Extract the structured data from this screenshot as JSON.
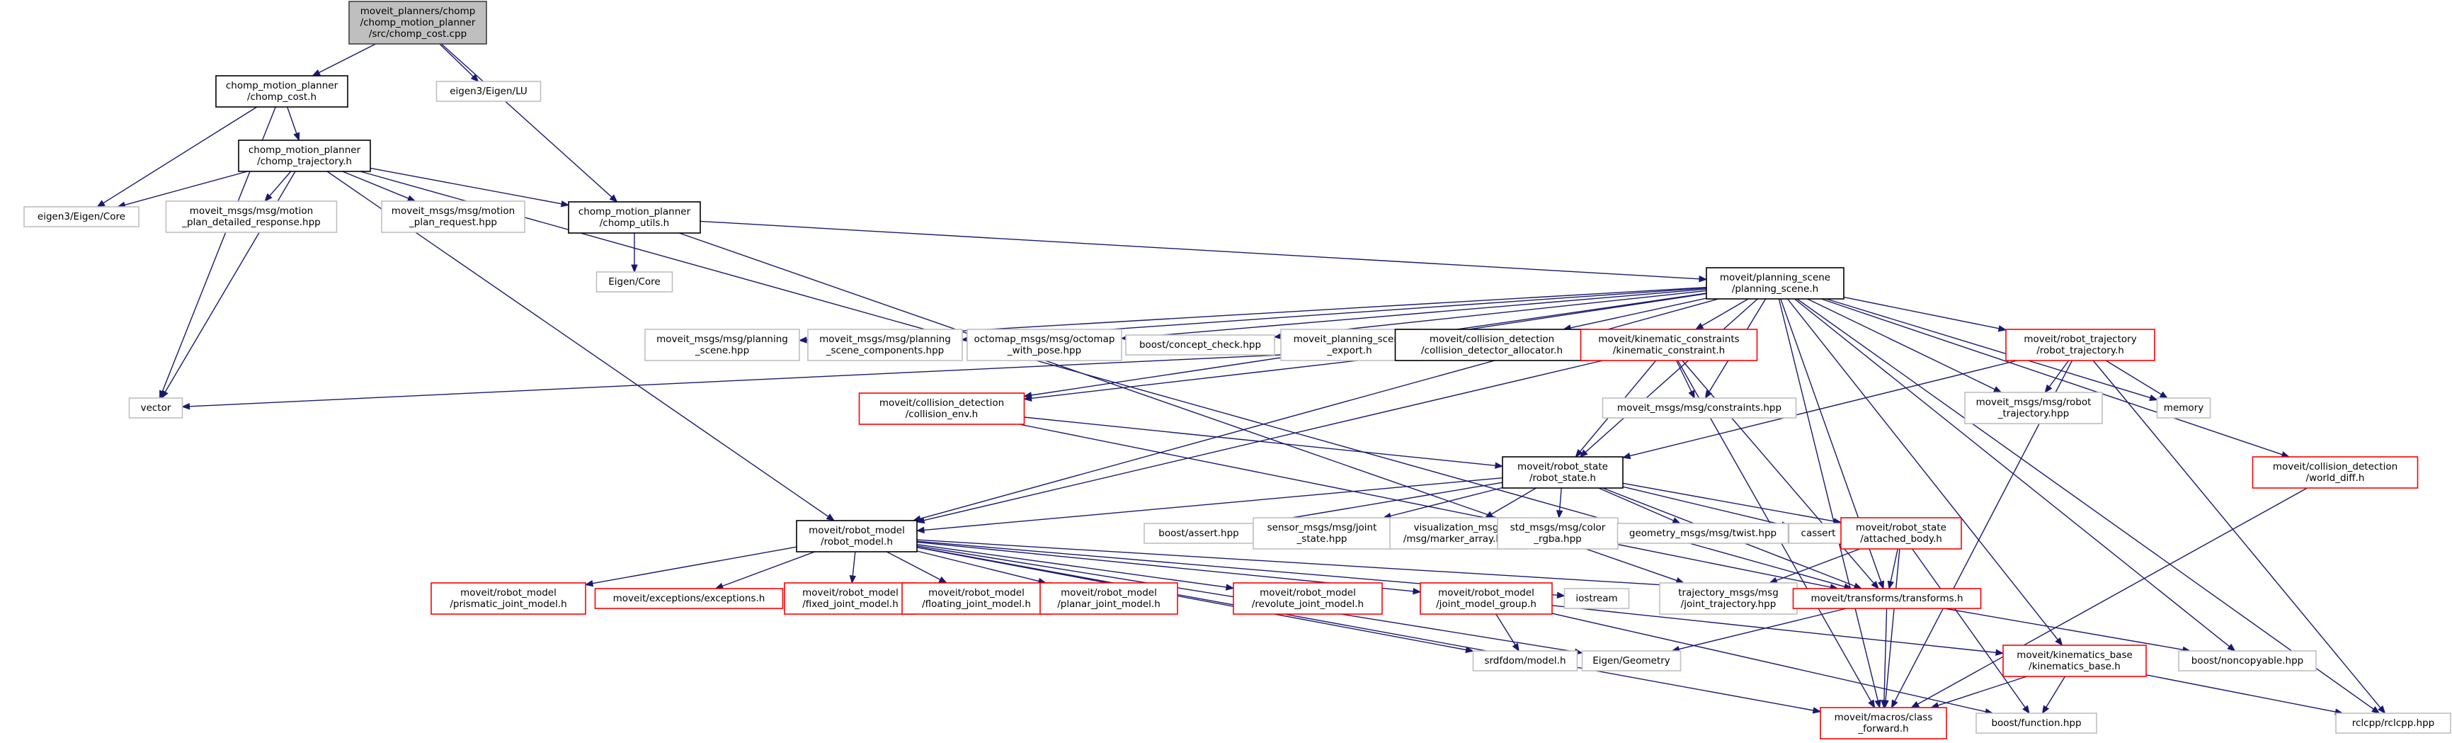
{
  "nodes": [
    {
      "id": "root",
      "lines": [
        "moveit_planners/chomp",
        "/chomp_motion_planner",
        "/src/chomp_cost.cpp"
      ],
      "style": "root"
    },
    {
      "id": "cost_h",
      "lines": [
        "chomp_motion_planner",
        "/chomp_cost.h"
      ],
      "style": "black"
    },
    {
      "id": "eigen_lu",
      "lines": [
        "eigen3/Eigen/LU"
      ],
      "style": "gray"
    },
    {
      "id": "traj_h",
      "lines": [
        "chomp_motion_planner",
        "/chomp_trajectory.h"
      ],
      "style": "black"
    },
    {
      "id": "utils_h",
      "lines": [
        "chomp_motion_planner",
        "/chomp_utils.h"
      ],
      "style": "black"
    },
    {
      "id": "eigen_core3",
      "lines": [
        "eigen3/Eigen/Core"
      ],
      "style": "gray"
    },
    {
      "id": "mp_detail",
      "lines": [
        "moveit_msgs/msg/motion",
        "_plan_detailed_response.hpp"
      ],
      "style": "gray"
    },
    {
      "id": "mp_req",
      "lines": [
        "moveit_msgs/msg/motion",
        "_plan_request.hpp"
      ],
      "style": "gray"
    },
    {
      "id": "eigen_core",
      "lines": [
        "Eigen/Core"
      ],
      "style": "gray"
    },
    {
      "id": "vector",
      "lines": [
        "vector"
      ],
      "style": "gray"
    },
    {
      "id": "ps_h",
      "lines": [
        "moveit/planning_scene",
        "/planning_scene.h"
      ],
      "style": "black"
    },
    {
      "id": "msgs_ps",
      "lines": [
        "moveit_msgs/msg/planning",
        "_scene.hpp"
      ],
      "style": "gray"
    },
    {
      "id": "msgs_psc",
      "lines": [
        "moveit_msgs/msg/planning",
        "_scene_components.hpp"
      ],
      "style": "gray"
    },
    {
      "id": "octomap",
      "lines": [
        "octomap_msgs/msg/octomap",
        "_with_pose.hpp"
      ],
      "style": "gray"
    },
    {
      "id": "boost_cc",
      "lines": [
        "boost/concept_check.hpp"
      ],
      "style": "gray"
    },
    {
      "id": "ps_export",
      "lines": [
        "moveit_planning_scene",
        "_export.h"
      ],
      "style": "gray"
    },
    {
      "id": "cd_alloc",
      "lines": [
        "moveit/collision_detection",
        "/collision_detector_allocator.h"
      ],
      "style": "black"
    },
    {
      "id": "kc_h",
      "lines": [
        "moveit/kinematic_constraints",
        "/kinematic_constraint.h"
      ],
      "style": "red"
    },
    {
      "id": "rt_h",
      "lines": [
        "moveit/robot_trajectory",
        "/robot_trajectory.h"
      ],
      "style": "red"
    },
    {
      "id": "cd_env",
      "lines": [
        "moveit/collision_detection",
        "/collision_env.h"
      ],
      "style": "red"
    },
    {
      "id": "constraints",
      "lines": [
        "moveit_msgs/msg/constraints.hpp"
      ],
      "style": "gray"
    },
    {
      "id": "msgs_rt",
      "lines": [
        "moveit_msgs/msg/robot",
        "_trajectory.hpp"
      ],
      "style": "gray"
    },
    {
      "id": "memory",
      "lines": [
        "memory"
      ],
      "style": "gray"
    },
    {
      "id": "world_diff",
      "lines": [
        "moveit/collision_detection",
        "/world_diff.h"
      ],
      "style": "red"
    },
    {
      "id": "rs_h",
      "lines": [
        "moveit/robot_state",
        "/robot_state.h"
      ],
      "style": "black"
    },
    {
      "id": "boost_assert",
      "lines": [
        "boost/assert.hpp"
      ],
      "style": "gray"
    },
    {
      "id": "js",
      "lines": [
        "sensor_msgs/msg/joint",
        "_state.hpp"
      ],
      "style": "gray"
    },
    {
      "id": "marker",
      "lines": [
        "visualization_msgs",
        "/msg/marker_array.hpp"
      ],
      "style": "gray"
    },
    {
      "id": "color",
      "lines": [
        "std_msgs/msg/color",
        "_rgba.hpp"
      ],
      "style": "gray"
    },
    {
      "id": "twist",
      "lines": [
        "geometry_msgs/msg/twist.hpp"
      ],
      "style": "gray"
    },
    {
      "id": "cassert",
      "lines": [
        "cassert"
      ],
      "style": "gray"
    },
    {
      "id": "ab_h",
      "lines": [
        "moveit/robot_state",
        "/attached_body.h"
      ],
      "style": "red"
    },
    {
      "id": "rm_h",
      "lines": [
        "moveit/robot_model",
        "/robot_model.h"
      ],
      "style": "black"
    },
    {
      "id": "prismatic",
      "lines": [
        "moveit/robot_model",
        "/prismatic_joint_model.h"
      ],
      "style": "red"
    },
    {
      "id": "exceptions",
      "lines": [
        "moveit/exceptions/exceptions.h"
      ],
      "style": "red"
    },
    {
      "id": "fixed",
      "lines": [
        "moveit/robot_model",
        "/fixed_joint_model.h"
      ],
      "style": "red"
    },
    {
      "id": "floating",
      "lines": [
        "moveit/robot_model",
        "/floating_joint_model.h"
      ],
      "style": "red"
    },
    {
      "id": "planar",
      "lines": [
        "moveit/robot_model",
        "/planar_joint_model.h"
      ],
      "style": "red"
    },
    {
      "id": "revolute",
      "lines": [
        "moveit/robot_model",
        "/revolute_joint_model.h"
      ],
      "style": "red"
    },
    {
      "id": "jmg",
      "lines": [
        "moveit/robot_model",
        "/joint_model_group.h"
      ],
      "style": "red"
    },
    {
      "id": "iostream",
      "lines": [
        "iostream"
      ],
      "style": "gray"
    },
    {
      "id": "traj_msgs",
      "lines": [
        "trajectory_msgs/msg",
        "/joint_trajectory.hpp"
      ],
      "style": "gray"
    },
    {
      "id": "transforms",
      "lines": [
        "moveit/transforms/transforms.h"
      ],
      "style": "red"
    },
    {
      "id": "srdfdom",
      "lines": [
        "srdfdom/model.h"
      ],
      "style": "gray"
    },
    {
      "id": "eigen_geom",
      "lines": [
        "Eigen/Geometry"
      ],
      "style": "gray"
    },
    {
      "id": "kb_h",
      "lines": [
        "moveit/kinematics_base",
        "/kinematics_base.h"
      ],
      "style": "red"
    },
    {
      "id": "noncopyable",
      "lines": [
        "boost/noncopyable.hpp"
      ],
      "style": "gray"
    },
    {
      "id": "class_fwd",
      "lines": [
        "moveit/macros/class",
        "_forward.h"
      ],
      "style": "red"
    },
    {
      "id": "boost_fn",
      "lines": [
        "boost/function.hpp"
      ],
      "style": "gray"
    },
    {
      "id": "rclcpp",
      "lines": [
        "rclcpp/rclcpp.hpp"
      ],
      "style": "gray"
    }
  ],
  "edges": [
    [
      "root",
      "cost_h"
    ],
    [
      "root",
      "eigen_lu"
    ],
    [
      "root",
      "utils_h"
    ],
    [
      "cost_h",
      "traj_h"
    ],
    [
      "cost_h",
      "eigen_core3"
    ],
    [
      "cost_h",
      "vector"
    ],
    [
      "traj_h",
      "eigen_core3"
    ],
    [
      "traj_h",
      "mp_detail"
    ],
    [
      "traj_h",
      "mp_req"
    ],
    [
      "traj_h",
      "utils_h"
    ],
    [
      "traj_h",
      "vector"
    ],
    [
      "traj_h",
      "rm_h"
    ],
    [
      "traj_h",
      "transforms"
    ],
    [
      "utils_h",
      "eigen_core"
    ],
    [
      "utils_h",
      "ps_h"
    ],
    [
      "utils_h",
      "traj_msgs"
    ],
    [
      "ps_h",
      "msgs_ps"
    ],
    [
      "ps_h",
      "msgs_psc"
    ],
    [
      "ps_h",
      "octomap"
    ],
    [
      "ps_h",
      "boost_cc"
    ],
    [
      "ps_h",
      "ps_export"
    ],
    [
      "ps_h",
      "cd_alloc"
    ],
    [
      "ps_h",
      "kc_h"
    ],
    [
      "ps_h",
      "rt_h"
    ],
    [
      "ps_h",
      "cd_env"
    ],
    [
      "ps_h",
      "constraints"
    ],
    [
      "ps_h",
      "msgs_rt"
    ],
    [
      "ps_h",
      "memory"
    ],
    [
      "ps_h",
      "world_diff"
    ],
    [
      "ps_h",
      "rs_h"
    ],
    [
      "ps_h",
      "rm_h"
    ],
    [
      "ps_h",
      "class_fwd"
    ],
    [
      "ps_h",
      "transforms"
    ],
    [
      "ps_h",
      "kb_h"
    ],
    [
      "ps_h",
      "noncopyable"
    ],
    [
      "ps_h",
      "rclcpp"
    ],
    [
      "cd_alloc",
      "cd_env"
    ],
    [
      "cd_alloc",
      "vector"
    ],
    [
      "kc_h",
      "constraints"
    ],
    [
      "kc_h",
      "rs_h"
    ],
    [
      "kc_h",
      "rm_h"
    ],
    [
      "kc_h",
      "transforms"
    ],
    [
      "kc_h",
      "class_fwd"
    ],
    [
      "rt_h",
      "msgs_rt"
    ],
    [
      "rt_h",
      "memory"
    ],
    [
      "rt_h",
      "rs_h"
    ],
    [
      "rt_h",
      "class_fwd"
    ],
    [
      "rt_h",
      "rclcpp"
    ],
    [
      "cd_env",
      "rs_h"
    ],
    [
      "cd_env",
      "transforms"
    ],
    [
      "world_diff",
      "class_fwd"
    ],
    [
      "rs_h",
      "rm_h"
    ],
    [
      "rs_h",
      "boost_assert"
    ],
    [
      "rs_h",
      "js"
    ],
    [
      "rs_h",
      "marker"
    ],
    [
      "rs_h",
      "color"
    ],
    [
      "rs_h",
      "twist"
    ],
    [
      "rs_h",
      "cassert"
    ],
    [
      "rs_h",
      "ab_h"
    ],
    [
      "rs_h",
      "transforms"
    ],
    [
      "ab_h",
      "transforms"
    ],
    [
      "ab_h",
      "traj_msgs"
    ],
    [
      "ab_h",
      "boost_fn"
    ],
    [
      "ab_h",
      "class_fwd"
    ],
    [
      "rm_h",
      "prismatic"
    ],
    [
      "rm_h",
      "exceptions"
    ],
    [
      "rm_h",
      "fixed"
    ],
    [
      "rm_h",
      "floating"
    ],
    [
      "rm_h",
      "planar"
    ],
    [
      "rm_h",
      "revolute"
    ],
    [
      "rm_h",
      "jmg"
    ],
    [
      "rm_h",
      "iostream"
    ],
    [
      "rm_h",
      "srdfdom"
    ],
    [
      "rm_h",
      "eigen_geom"
    ],
    [
      "rm_h",
      "class_fwd"
    ],
    [
      "rm_h",
      "transforms"
    ],
    [
      "jmg",
      "srdfdom"
    ],
    [
      "jmg",
      "kb_h"
    ],
    [
      "jmg",
      "boost_fn"
    ],
    [
      "transforms",
      "eigen_geom"
    ],
    [
      "transforms",
      "class_fwd"
    ],
    [
      "transforms",
      "noncopyable"
    ],
    [
      "kb_h",
      "class_fwd"
    ],
    [
      "kb_h",
      "boost_fn"
    ],
    [
      "kb_h",
      "rclcpp"
    ]
  ],
  "colors": {
    "edge": "#191970",
    "black_border": "#000000",
    "gray_border": "#bfbfbf",
    "red_border": "#ff0000",
    "root_fill": "#bfbfbf",
    "root_border": "#404040",
    "node_fill": "#ffffff"
  }
}
